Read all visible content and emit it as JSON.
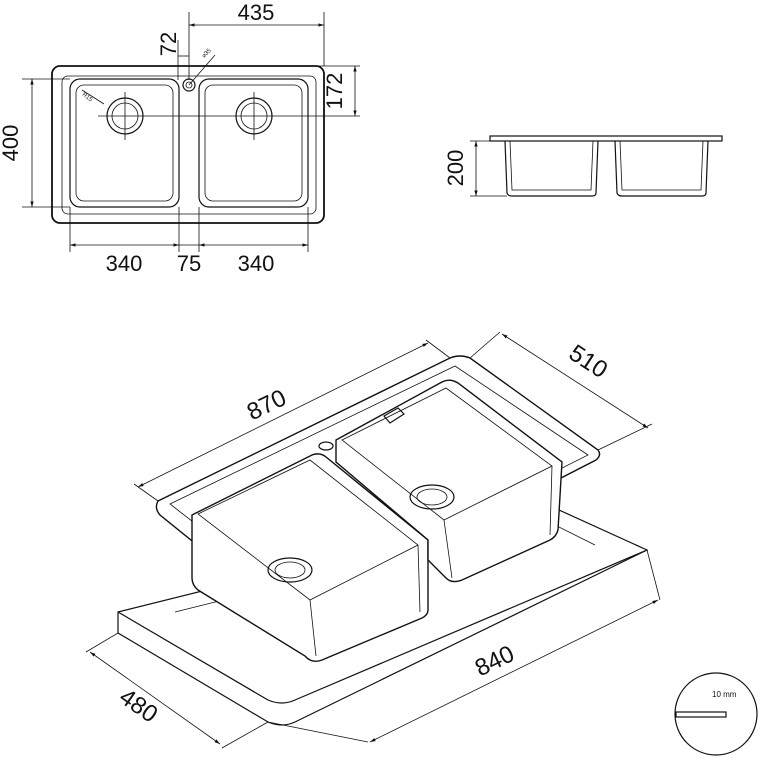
{
  "top_view": {
    "overall_width": "435",
    "drain_offset": "72",
    "tap_hole": "⌀35",
    "depth_offset": "172",
    "height": "400",
    "corner_radius": "R15",
    "bowl_left": "340",
    "gap": "75",
    "bowl_right": "340"
  },
  "side_view": {
    "depth": "200"
  },
  "iso_view": {
    "length": "870",
    "width": "510",
    "cutout_length": "840",
    "cutout_width": "480"
  },
  "detail": {
    "thickness": "10 mm"
  }
}
